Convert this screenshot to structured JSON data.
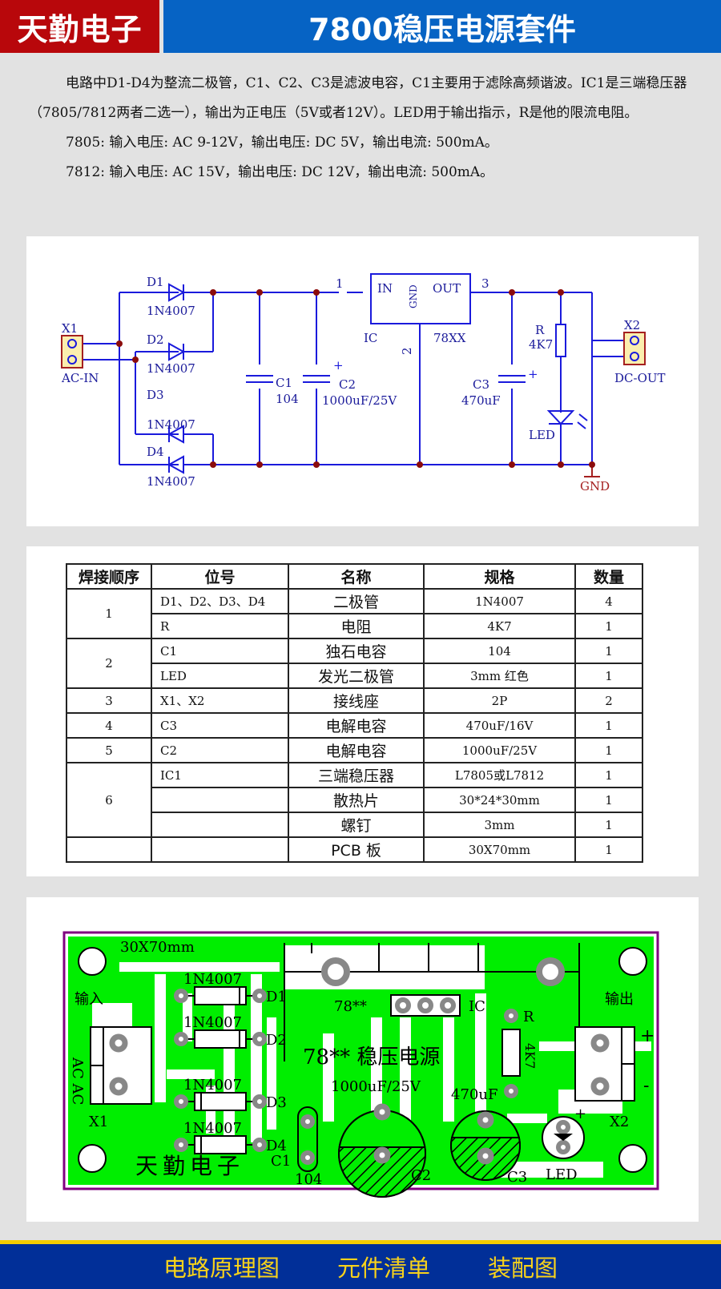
{
  "header": {
    "brand": "天勤电子",
    "title": "7800稳压电源套件",
    "brand_color": "#b8070b",
    "title_bg": "#0663c4"
  },
  "intro": {
    "paragraph": "电路中D1-D4为整流二极管，C1、C2、C3是滤波电容，C1主要用于滤除高频谐波。IC1是三端稳压器（7805/7812两者二选一），输出为正电压（5V或者12V）。LED用于输出指示，R是他的限流电阻。",
    "spec_7805": "7805: 输入电压: AC 9-12V，输出电压: DC 5V，输出电流: 500mA。",
    "spec_7812": "7812: 输入电压: AC 15V，输出电压: DC 12V，输出电流: 500mA。"
  },
  "schematic": {
    "x1_label": "X1",
    "x1_name": "AC-IN",
    "x2_label": "X2",
    "x2_name": "DC-OUT",
    "diodes": [
      {
        "ref": "D1",
        "part": "1N4007"
      },
      {
        "ref": "D2",
        "part": "1N4007"
      },
      {
        "ref": "D3",
        "part": "1N4007"
      },
      {
        "ref": "D4",
        "part": "1N4007"
      }
    ],
    "c1_ref": "C1",
    "c1_val": "104",
    "c2_ref": "C2",
    "c2_val": "1000uF/25V",
    "c3_ref": "C3",
    "c3_val": "470uF",
    "r_ref": "R",
    "r_val": "4K7",
    "led_ref": "LED",
    "ic_ref": "IC",
    "ic_part": "78XX",
    "ic_in": "IN",
    "ic_out": "OUT",
    "ic_gnd": "GND",
    "pin1": "1",
    "pin2": "2",
    "pin3": "3",
    "gnd_label": "GND",
    "plus": "+"
  },
  "bom": {
    "headers": [
      "焊接顺序",
      "位号",
      "名称",
      "规格",
      "数量"
    ],
    "rows": [
      {
        "order": "1",
        "ref": "D1、D2、D3、D4",
        "name": "二极管",
        "spec": "1N4007",
        "qty": "4"
      },
      {
        "order": "",
        "ref": "R",
        "name": "电阻",
        "spec": "4K7",
        "qty": "1"
      },
      {
        "order": "2",
        "ref": "C1",
        "name": "独石电容",
        "spec": "104",
        "qty": "1"
      },
      {
        "order": "",
        "ref": "LED",
        "name": "发光二极管",
        "spec": "3mm 红色",
        "qty": "1"
      },
      {
        "order": "3",
        "ref": "X1、X2",
        "name": "接线座",
        "spec": "2P",
        "qty": "2"
      },
      {
        "order": "4",
        "ref": "C3",
        "name": "电解电容",
        "spec": "470uF/16V",
        "qty": "1"
      },
      {
        "order": "5",
        "ref": "C2",
        "name": "电解电容",
        "spec": "1000uF/25V",
        "qty": "1"
      },
      {
        "order": "6",
        "ref": "IC1",
        "name": "三端稳压器",
        "spec": "L7805或L7812",
        "qty": "1"
      },
      {
        "order": "",
        "ref": "",
        "name": "散热片",
        "spec": "30*24*30mm",
        "qty": "1"
      },
      {
        "order": "",
        "ref": "",
        "name": "螺钉",
        "spec": "3mm",
        "qty": "1"
      },
      {
        "order": "",
        "ref": "",
        "name": "PCB 板",
        "spec": "30X70mm",
        "qty": "1"
      }
    ]
  },
  "pcb": {
    "size": "30X70mm",
    "input_label": "输入",
    "output_label": "输出",
    "ac_label": "AC AC",
    "x1": "X1",
    "x2": "X2",
    "diode_part": "1N4007",
    "d1": "D1",
    "d2": "D2",
    "d3": "D3",
    "d4": "D4",
    "reg_small": "78**",
    "ic": "IC",
    "r": "R",
    "r_val": "4K7",
    "board_title": "78** 稳压电源",
    "c2_val": "1000uF/25V",
    "c3_val": "470uF",
    "c1": "C1",
    "c1_val": "104",
    "c2": "C2",
    "c3": "C3",
    "led": "LED",
    "brand": "天勤电子",
    "plus": "+",
    "minus": "-",
    "board_color": "#00ee00",
    "outline_color": "#800080"
  },
  "footer": {
    "tabs": [
      "电路原理图",
      "元件清单",
      "装配图"
    ],
    "bg": "#012f98",
    "text_color": "#f8d21b"
  }
}
